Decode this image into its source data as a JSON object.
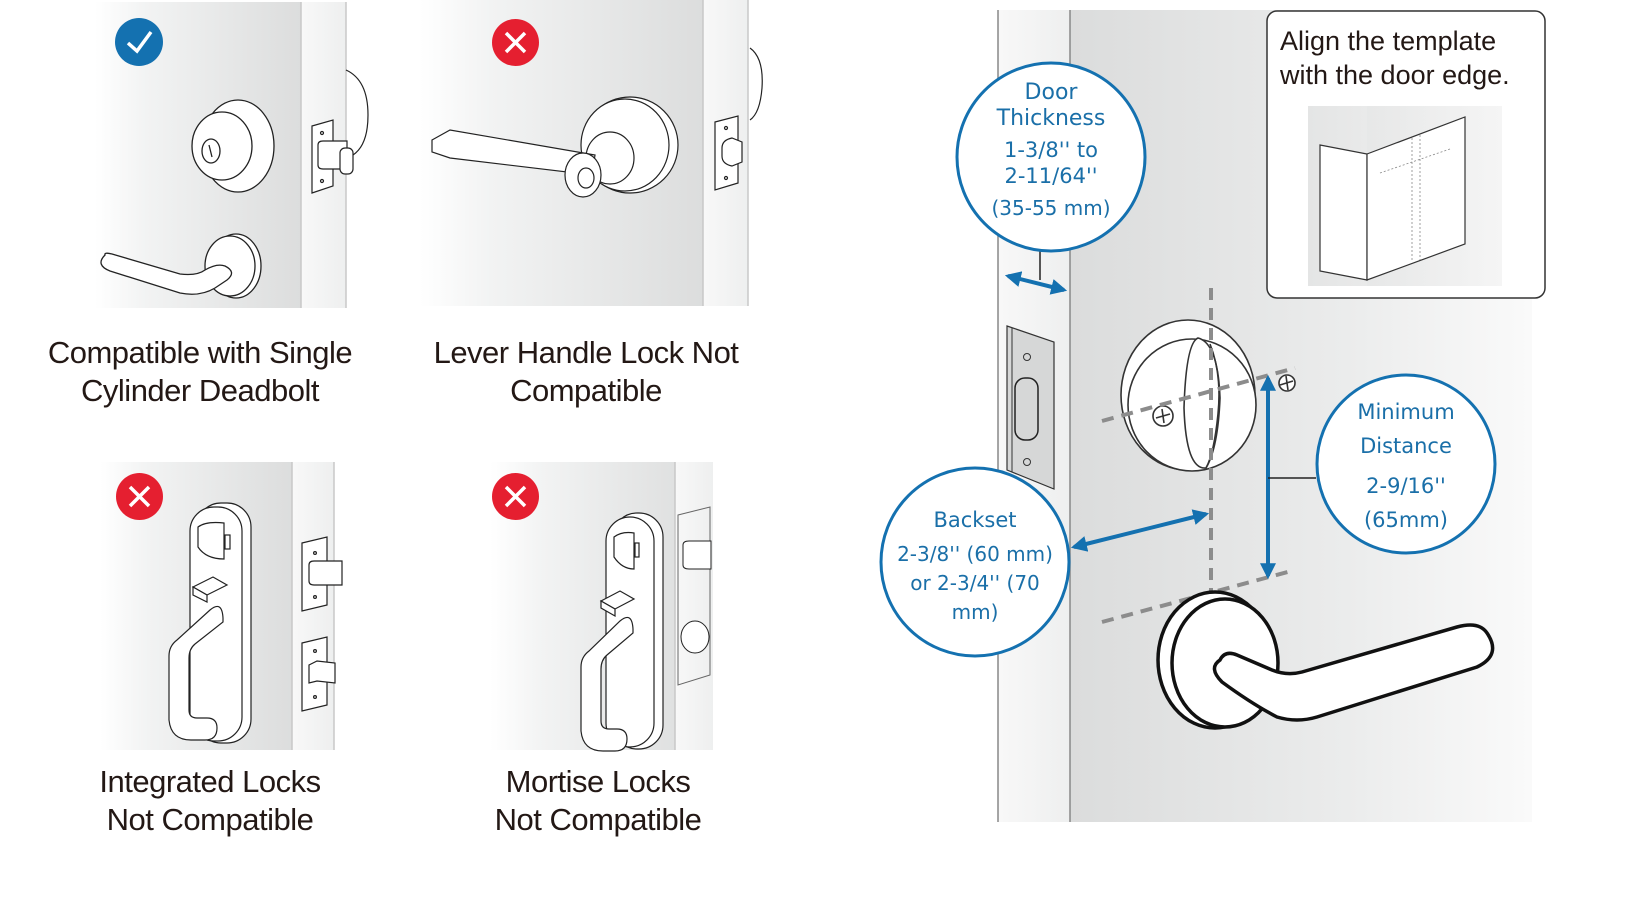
{
  "colors": {
    "accent_blue": "#1471b0",
    "error_red": "#e51f30",
    "text_dark": "#231815",
    "guide_gray": "#8c8c8c"
  },
  "compatibility_panels": [
    {
      "status": "compatible",
      "icon": "check-icon",
      "caption_line1": "Compatible with Single",
      "caption_line2": "Cylinder Deadbolt"
    },
    {
      "status": "not-compatible",
      "icon": "x-icon",
      "caption_line1": "Lever Handle Lock Not",
      "caption_line2": "Compatible"
    },
    {
      "status": "not-compatible",
      "icon": "x-icon",
      "caption_line1": "Integrated Locks",
      "caption_line2": "Not Compatible"
    },
    {
      "status": "not-compatible",
      "icon": "x-icon",
      "caption_line1": "Mortise Locks",
      "caption_line2": "Not Compatible"
    }
  ],
  "measurements": {
    "door_thickness": {
      "title1": "Door",
      "title2": "Thickness",
      "line1": "1-3/8'' to",
      "line2": "2-11/64''",
      "line3": "(35-55 mm)"
    },
    "backset": {
      "title": "Backset",
      "line1": "2-3/8'' (60 mm)",
      "line2": "or 2-3/4'' (70",
      "line3": "mm)"
    },
    "minimum_distance": {
      "title1": "Minimum",
      "title2": "Distance",
      "line1": "2-9/16''",
      "line2": "(65mm)"
    }
  },
  "template_tip": {
    "line1": "Align the template",
    "line2": "with the door edge."
  }
}
